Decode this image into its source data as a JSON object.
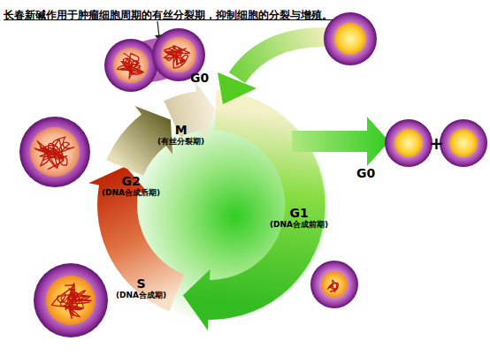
{
  "diagram": {
    "title": "长春新碱作用于肿瘤细胞周期的有丝分裂期，抑制细胞的分裂与增殖。",
    "nodes": [
      {
        "text": [
          "G0"
        ]
      },
      {
        "text": [
          "M",
          "(有丝分裂期)"
        ]
      },
      {
        "text": [
          "G0"
        ]
      },
      {
        "text": [
          "G2",
          "(DNA合成后期)"
        ]
      },
      {
        "text": [
          "G1",
          "(DNA合成前期)"
        ]
      },
      {
        "text": [
          "S",
          "(DNA合成期)"
        ]
      }
    ],
    "labels": [
      "+"
    ]
  }
}
